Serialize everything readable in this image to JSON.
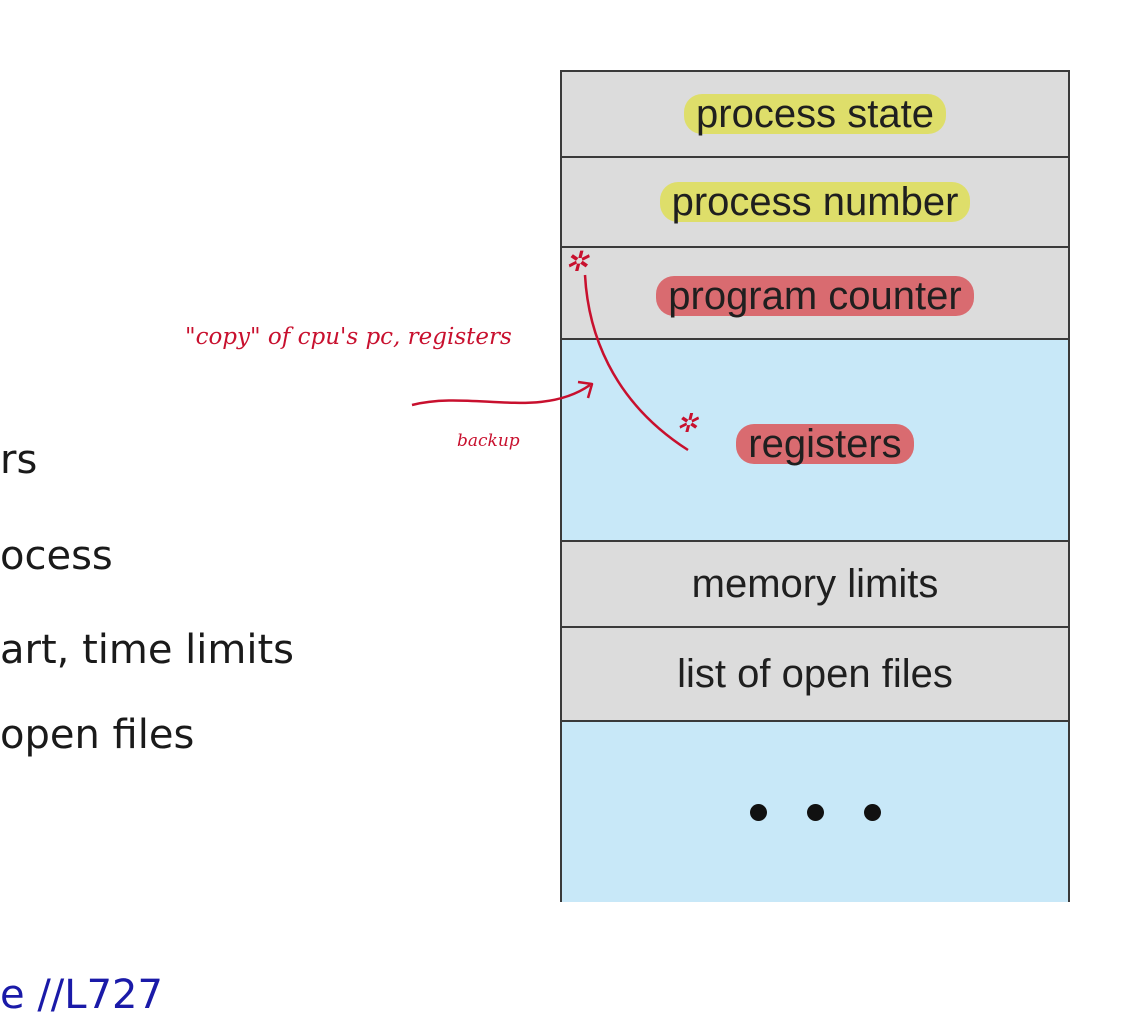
{
  "left_text": {
    "lines": [
      "rs",
      "ocess",
      "art, time limits",
      " open files"
    ],
    "footer": "e //L727"
  },
  "pcb": {
    "rows": {
      "process_state": "process state",
      "process_number": "process number",
      "program_counter": "program counter",
      "registers": "registers",
      "memory_limits": "memory limits",
      "open_files": "list of open files"
    }
  },
  "annotations": {
    "copy_note": "\"copy\" of cpu's pc, registers",
    "backup_note": "backup",
    "star_mark": "✲"
  },
  "colors": {
    "highlight_yellow": "#dede6a",
    "highlight_red": "#d96b70",
    "pen_red": "#c8102e",
    "cell_gray": "#dcdcdc",
    "cell_blue": "#c8e8f8"
  }
}
